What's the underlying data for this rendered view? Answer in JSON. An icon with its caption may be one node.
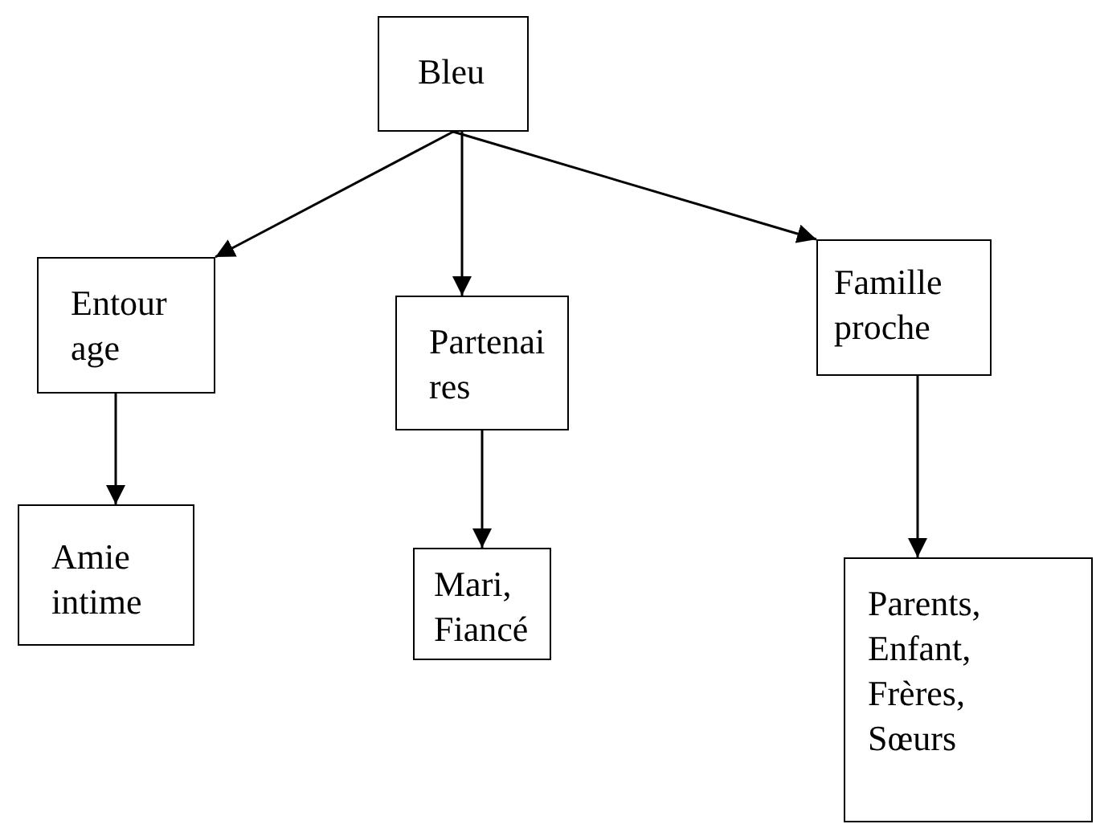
{
  "diagram": {
    "nodes": [
      {
        "text": [
          "Bleu"
        ]
      },
      {
        "text": [
          "Entour age"
        ]
      },
      {
        "text": [
          "Partenai res"
        ]
      },
      {
        "text": [
          "Famille proche"
        ]
      },
      {
        "text": [
          "Amie intime"
        ]
      },
      {
        "text": [
          "Mari, Fiancé"
        ]
      },
      {
        "text": [
          "Parents, Enfant, Frères, Sœurs"
        ]
      }
    ],
    "edges": [
      {
        "from": 0,
        "to": 1,
        "arrow": "to"
      },
      {
        "from": 0,
        "to": 2,
        "arrow": "to"
      },
      {
        "from": 0,
        "to": 3,
        "arrow": "to"
      },
      {
        "from": 1,
        "to": 4,
        "arrow": "to"
      },
      {
        "from": 2,
        "to": 5,
        "arrow": "to"
      },
      {
        "from": 3,
        "to": 6,
        "arrow": "to"
      }
    ]
  }
}
